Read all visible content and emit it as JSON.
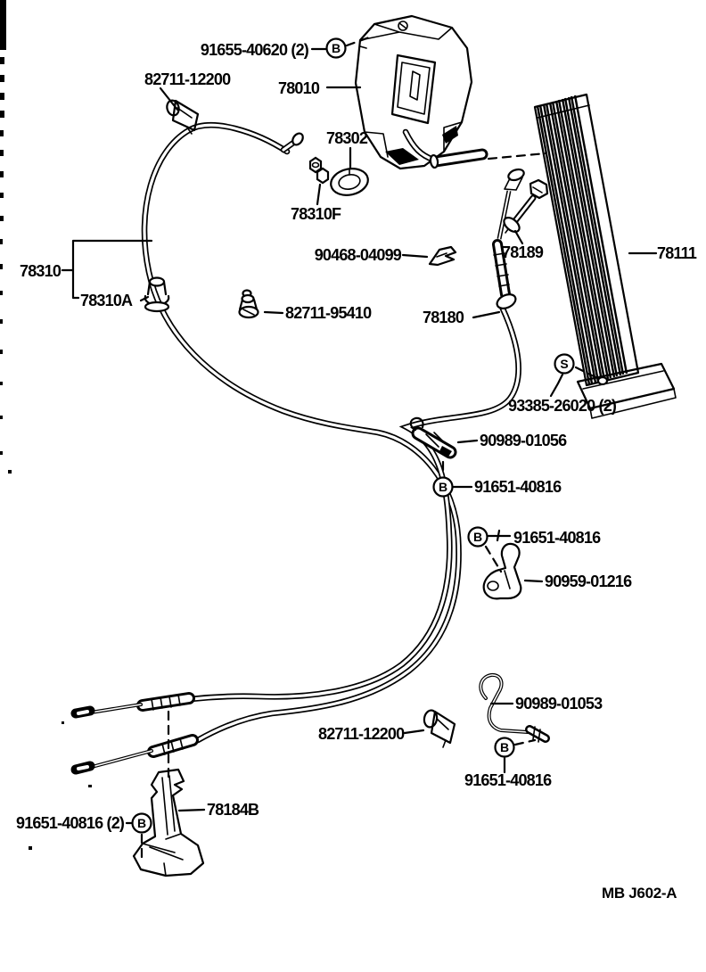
{
  "diagram": {
    "labels": {
      "bolt_top": "91655-40620 (2)",
      "clip_top": "82711-12200",
      "pedal_bracket": "78010",
      "bush_78302": "78302",
      "nut_78310f": "78310F",
      "cable_78310": "78310",
      "grommet_78310a": "78310A",
      "clamp_90468": "90468-04099",
      "bolt_78189": "78189",
      "pedal_78111": "78111",
      "grommet_82711_95410": "82711-95410",
      "cable_78180": "78180",
      "screw_93385": "93385-26020 (2)",
      "clip_90989_01056": "90989-01056",
      "bolt_91651_1": "91651-40816",
      "bolt_91651_2": "91651-40816",
      "bracket_90959": "90959-01216",
      "link_90989_01053": "90989-01053",
      "clip_bottom": "82711-12200",
      "bolt_91651_3": "91651-40816",
      "bolt_91651_4": "91651-40816 (2)",
      "bracket_78184b": "78184B",
      "drawing_code": "MB J602-A"
    },
    "callouts": {
      "b": "B",
      "s": "S"
    }
  }
}
